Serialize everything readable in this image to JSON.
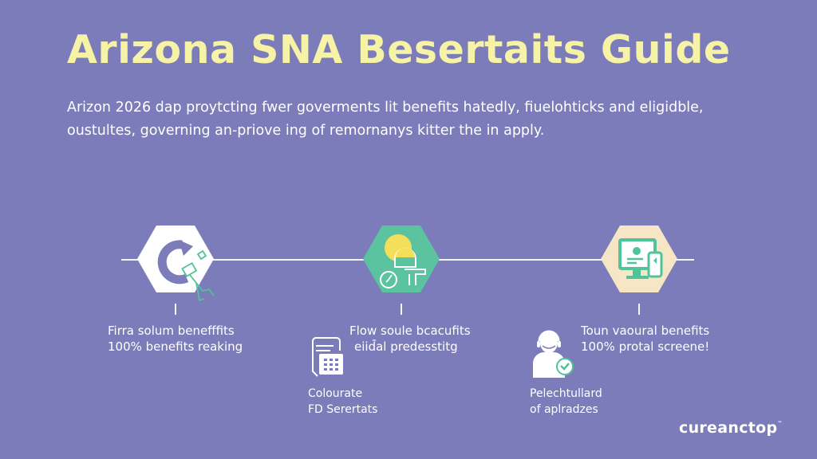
{
  "header": {
    "title": "Arizona SNA Besertaits Guide",
    "intro_lines": [
      "Arizon 2026 dap proytcting fwer goverments lit benefits hatedly, fiuelohticks and eligidble,",
      "oustultes, governing an-priove ing of remornanys kitter the in apply."
    ]
  },
  "colors": {
    "background": "#7b7cb9",
    "title": "#f7f3a6",
    "hex_1": "#ffffff",
    "hex_2": "#5cc3a0",
    "hex_3": "#f7e6c6",
    "accent_green": "#4fc39a",
    "accent_yellow": "#f5df5a"
  },
  "steps": [
    {
      "icon": "refresh-arrow-hand-icon",
      "label_line1": "Firra solum benefffits",
      "label_line2": "100% benefits reaking"
    },
    {
      "icon": "sun-clock-table-icon",
      "label_line1": "Flow soule bcacufits",
      "label_line2": "eiid̄al predesstitg",
      "sub_icon": "document-calculator-icon",
      "sub_line1": "Colourate",
      "sub_line2": "FD Serertats"
    },
    {
      "icon": "monitor-phone-icon",
      "label_line1": "Toun vaoural benefits",
      "label_line2": "100% protal screene!",
      "sub_icon": "person-headset-check-icon",
      "sub_line1": "Pelechtullard",
      "sub_line2": "of aplradzes"
    }
  ],
  "brand": {
    "name": "cureanctop",
    "mark": "™"
  }
}
